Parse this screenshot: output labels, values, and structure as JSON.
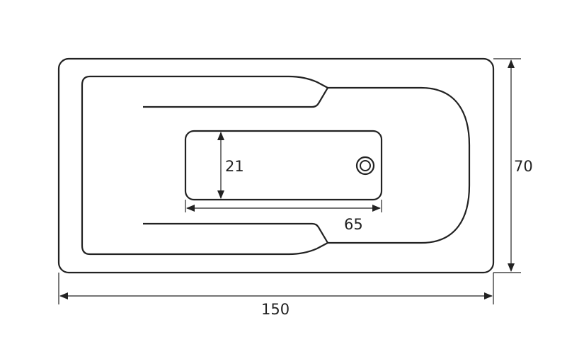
{
  "diagram": {
    "dimensions": {
      "overall_length": "150",
      "overall_width": "70",
      "bottom_width": "21",
      "bottom_length": "65"
    },
    "colors": {
      "stroke": "#222222",
      "background": "#ffffff"
    },
    "icons": {
      "drain": "drain-icon"
    }
  }
}
